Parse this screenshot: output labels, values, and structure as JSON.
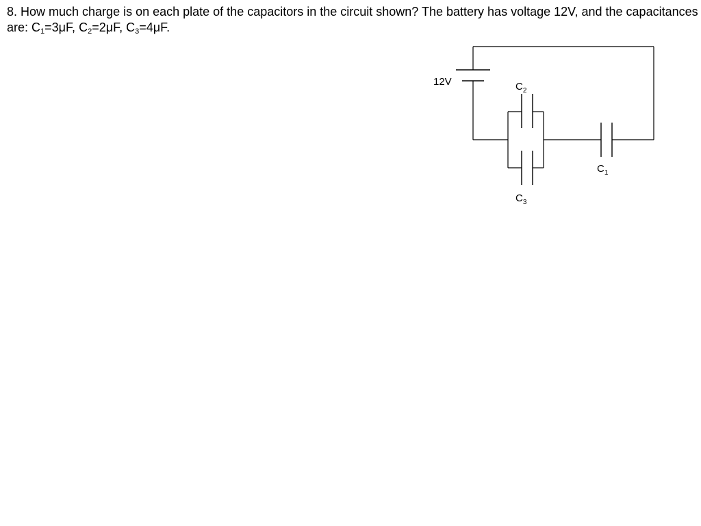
{
  "question": {
    "lead": "8.  How much charge is on each plate of the capacitors in the circuit shown?  The battery has voltage 12V, and the capacitances are: ",
    "c1_letter": "C",
    "c1_sub": "1",
    "c1_value": "=3μF, ",
    "c2_letter": "C",
    "c2_sub": "2",
    "c2_value": "=2μF, ",
    "c3_letter": "C",
    "c3_sub": "3",
    "c3_value": "=4μF."
  },
  "circuit": {
    "battery_label": "12V",
    "c1_label": {
      "letter": "C",
      "sub": "1"
    },
    "c2_label": {
      "letter": "C",
      "sub": "2"
    },
    "c3_label": {
      "letter": "C",
      "sub": "3"
    }
  }
}
